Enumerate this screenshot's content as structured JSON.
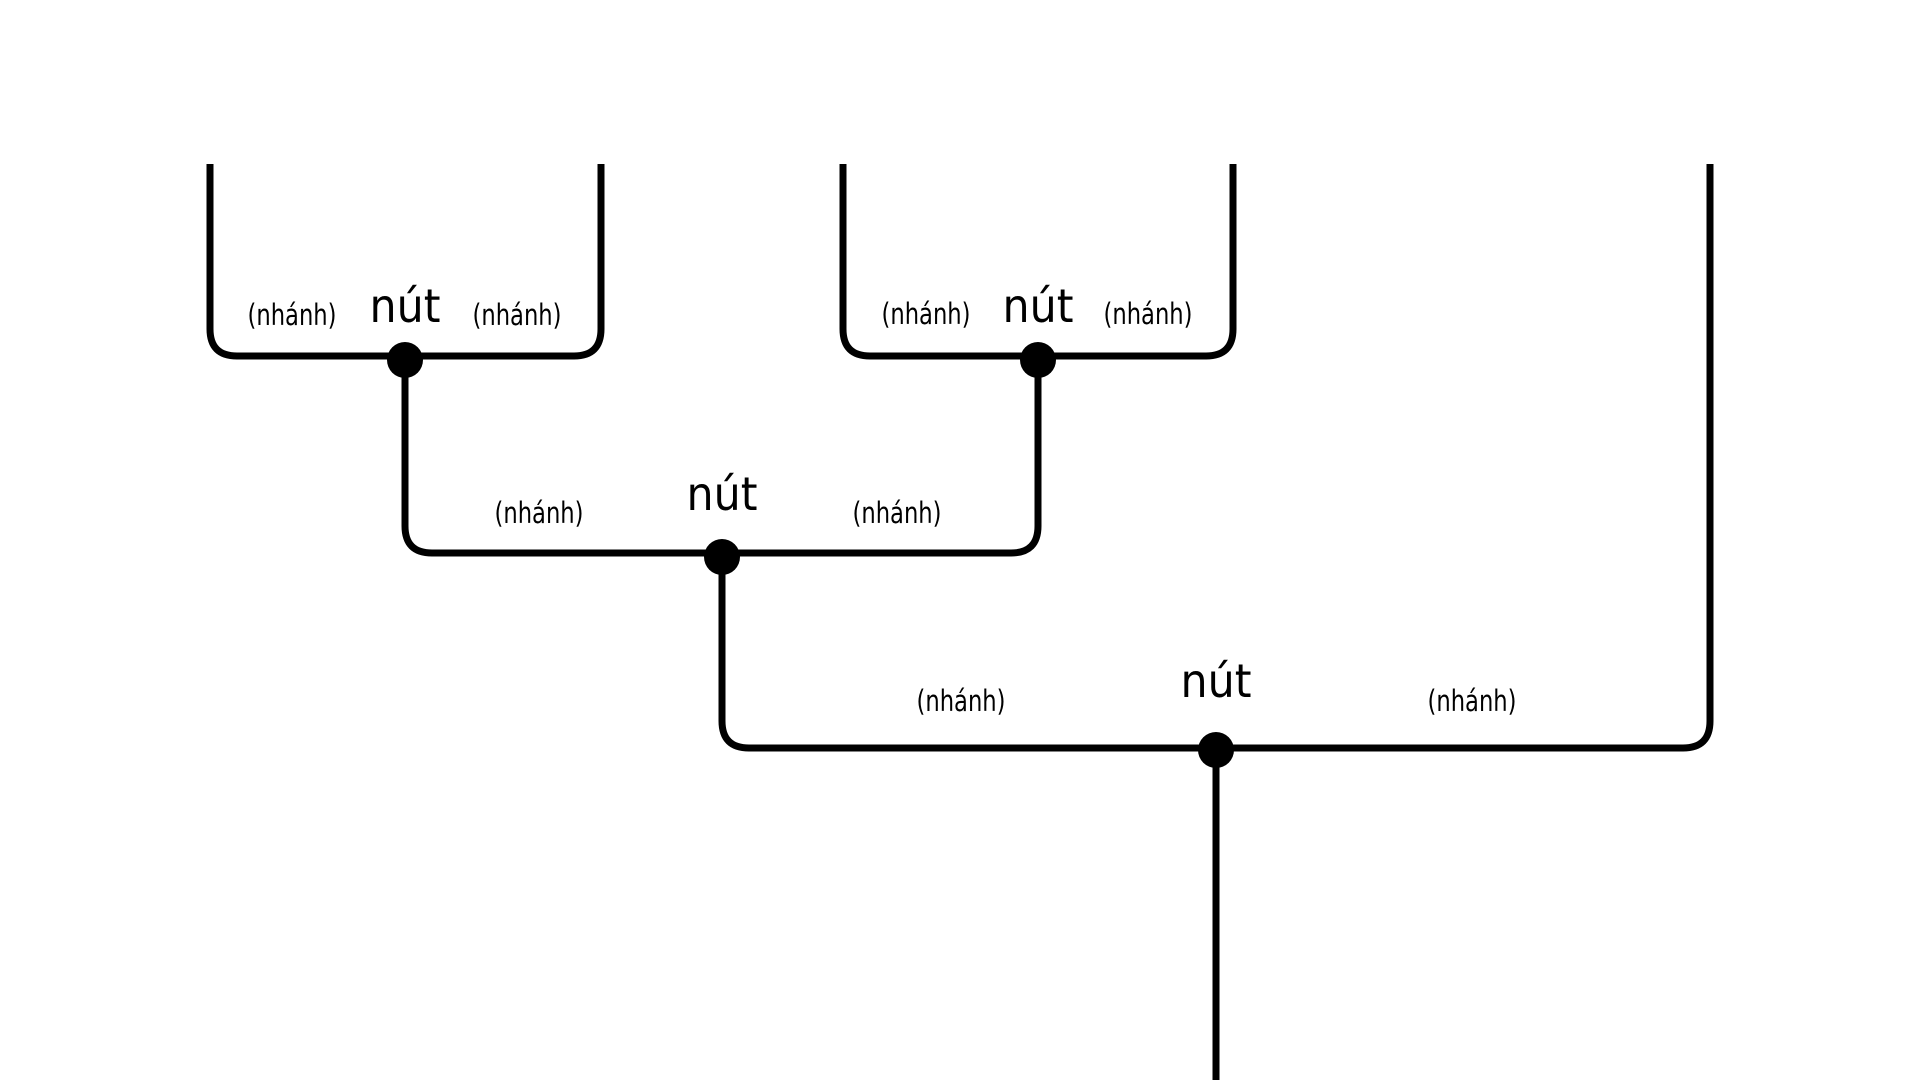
{
  "diagram": {
    "type": "cladogram-tree",
    "background_color": "#ffffff",
    "line_color": "#000000",
    "dot_color": "#000000",
    "text_color": "#000000",
    "nodes": [
      {
        "id": "leaf-node-left",
        "label": "nút",
        "left_branch_label": "(nhánh)",
        "right_branch_label": "(nhánh)"
      },
      {
        "id": "leaf-node-middle",
        "label": "nút",
        "left_branch_label": "(nhánh)",
        "right_branch_label": "(nhánh)"
      },
      {
        "id": "inner-node",
        "label": "nút",
        "left_branch_label": "(nhánh)",
        "right_branch_label": "(nhánh)"
      },
      {
        "id": "root-node",
        "label": "nút",
        "left_branch_label": "(nhánh)",
        "right_branch_label": "(nhánh)"
      }
    ]
  }
}
